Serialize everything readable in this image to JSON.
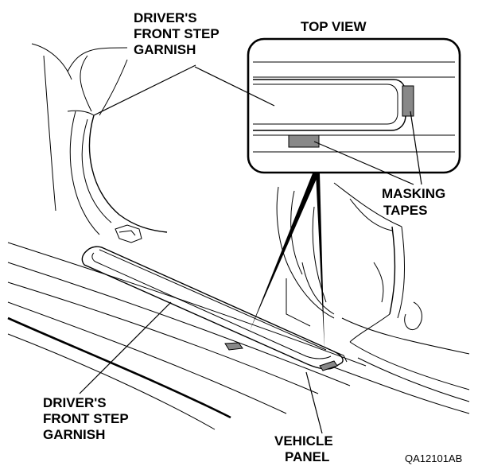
{
  "labels": {
    "top_left_garnish": [
      "DRIVER'S",
      "FRONT STEP",
      "GARNISH"
    ],
    "top_view": "TOP VIEW",
    "masking_tapes": [
      "MASKING",
      "TAPES"
    ],
    "bottom_left_garnish": [
      "DRIVER'S",
      "FRONT STEP",
      "GARNISH"
    ],
    "vehicle_panel": [
      "VEHICLE",
      "PANEL"
    ],
    "figure_code": "QA12101AB"
  }
}
